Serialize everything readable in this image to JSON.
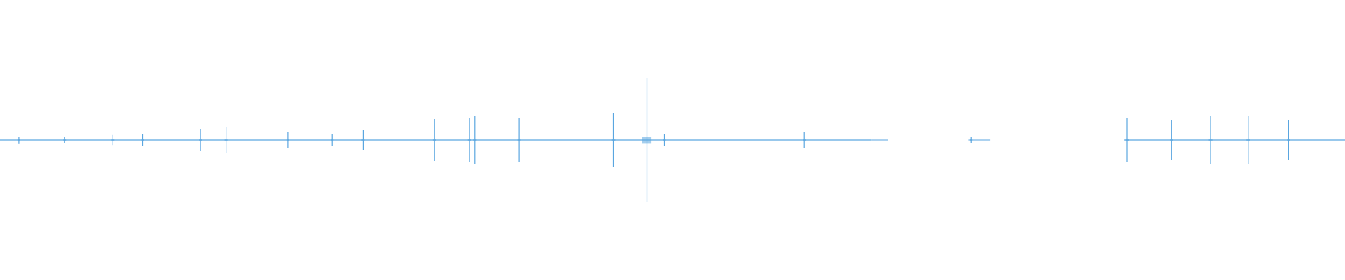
{
  "waveform": {
    "color": "#5aa6e0",
    "peaks": [
      {
        "t": 0.014,
        "a": 0.012
      },
      {
        "t": 0.048,
        "a": 0.01
      },
      {
        "t": 0.084,
        "a": 0.018
      },
      {
        "t": 0.106,
        "a": 0.02
      },
      {
        "t": 0.149,
        "a": 0.04
      },
      {
        "t": 0.168,
        "a": 0.045
      },
      {
        "t": 0.214,
        "a": 0.03
      },
      {
        "t": 0.247,
        "a": 0.02
      },
      {
        "t": 0.27,
        "a": 0.035
      },
      {
        "t": 0.323,
        "a": 0.075
      },
      {
        "t": 0.349,
        "a": 0.08
      },
      {
        "t": 0.353,
        "a": 0.085
      },
      {
        "t": 0.386,
        "a": 0.08
      },
      {
        "t": 0.456,
        "a": 0.095
      },
      {
        "t": 0.481,
        "a": 0.22
      },
      {
        "t": 0.494,
        "a": 0.02
      },
      {
        "t": 0.598,
        "a": 0.03
      },
      {
        "t": 0.722,
        "a": 0.01
      },
      {
        "t": 0.838,
        "a": 0.08
      },
      {
        "t": 0.871,
        "a": 0.07
      },
      {
        "t": 0.9,
        "a": 0.085
      },
      {
        "t": 0.928,
        "a": 0.085
      },
      {
        "t": 0.958,
        "a": 0.07
      }
    ],
    "segments": [
      {
        "start": 0.0,
        "end": 0.648,
        "base": 0.003
      },
      {
        "start": 0.648,
        "end": 0.66,
        "base": 0.001
      },
      {
        "start": 0.72,
        "end": 0.736,
        "base": 0.001
      },
      {
        "start": 0.836,
        "end": 1.0,
        "base": 0.003
      }
    ]
  }
}
